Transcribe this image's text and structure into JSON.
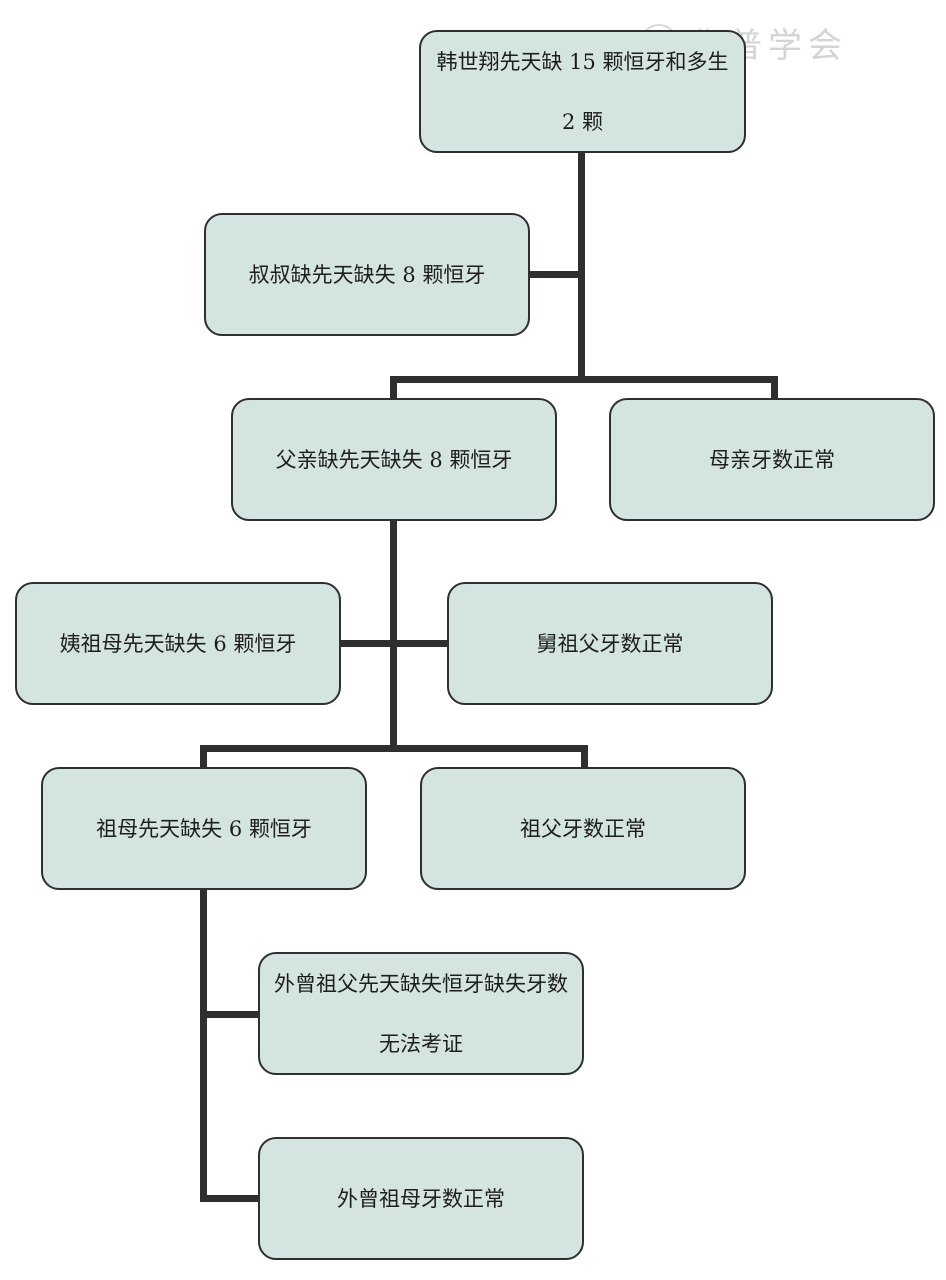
{
  "watermark": {
    "text": "华普学会"
  },
  "nodes": {
    "proband": "韩世翔先天缺 15 颗恒牙和多生 2 颗",
    "uncle": "叔叔缺先天缺失 8 颗恒牙",
    "father": "父亲缺先天缺失 8 颗恒牙",
    "mother": "母亲牙数正常",
    "grandaunt": "姨祖母先天缺失 6 颗恒牙",
    "granduncle": "舅祖父牙数正常",
    "grandmother": "祖母先天缺失 6 颗恒牙",
    "grandfather": "祖父牙数正常",
    "great_grandfather": "外曾祖父先天缺失恒牙缺失牙数无法考证",
    "great_grandmother": "外曾祖母牙数正常"
  },
  "colors": {
    "box_fill": "#d4e4e1",
    "line": "#2f2f2f"
  }
}
